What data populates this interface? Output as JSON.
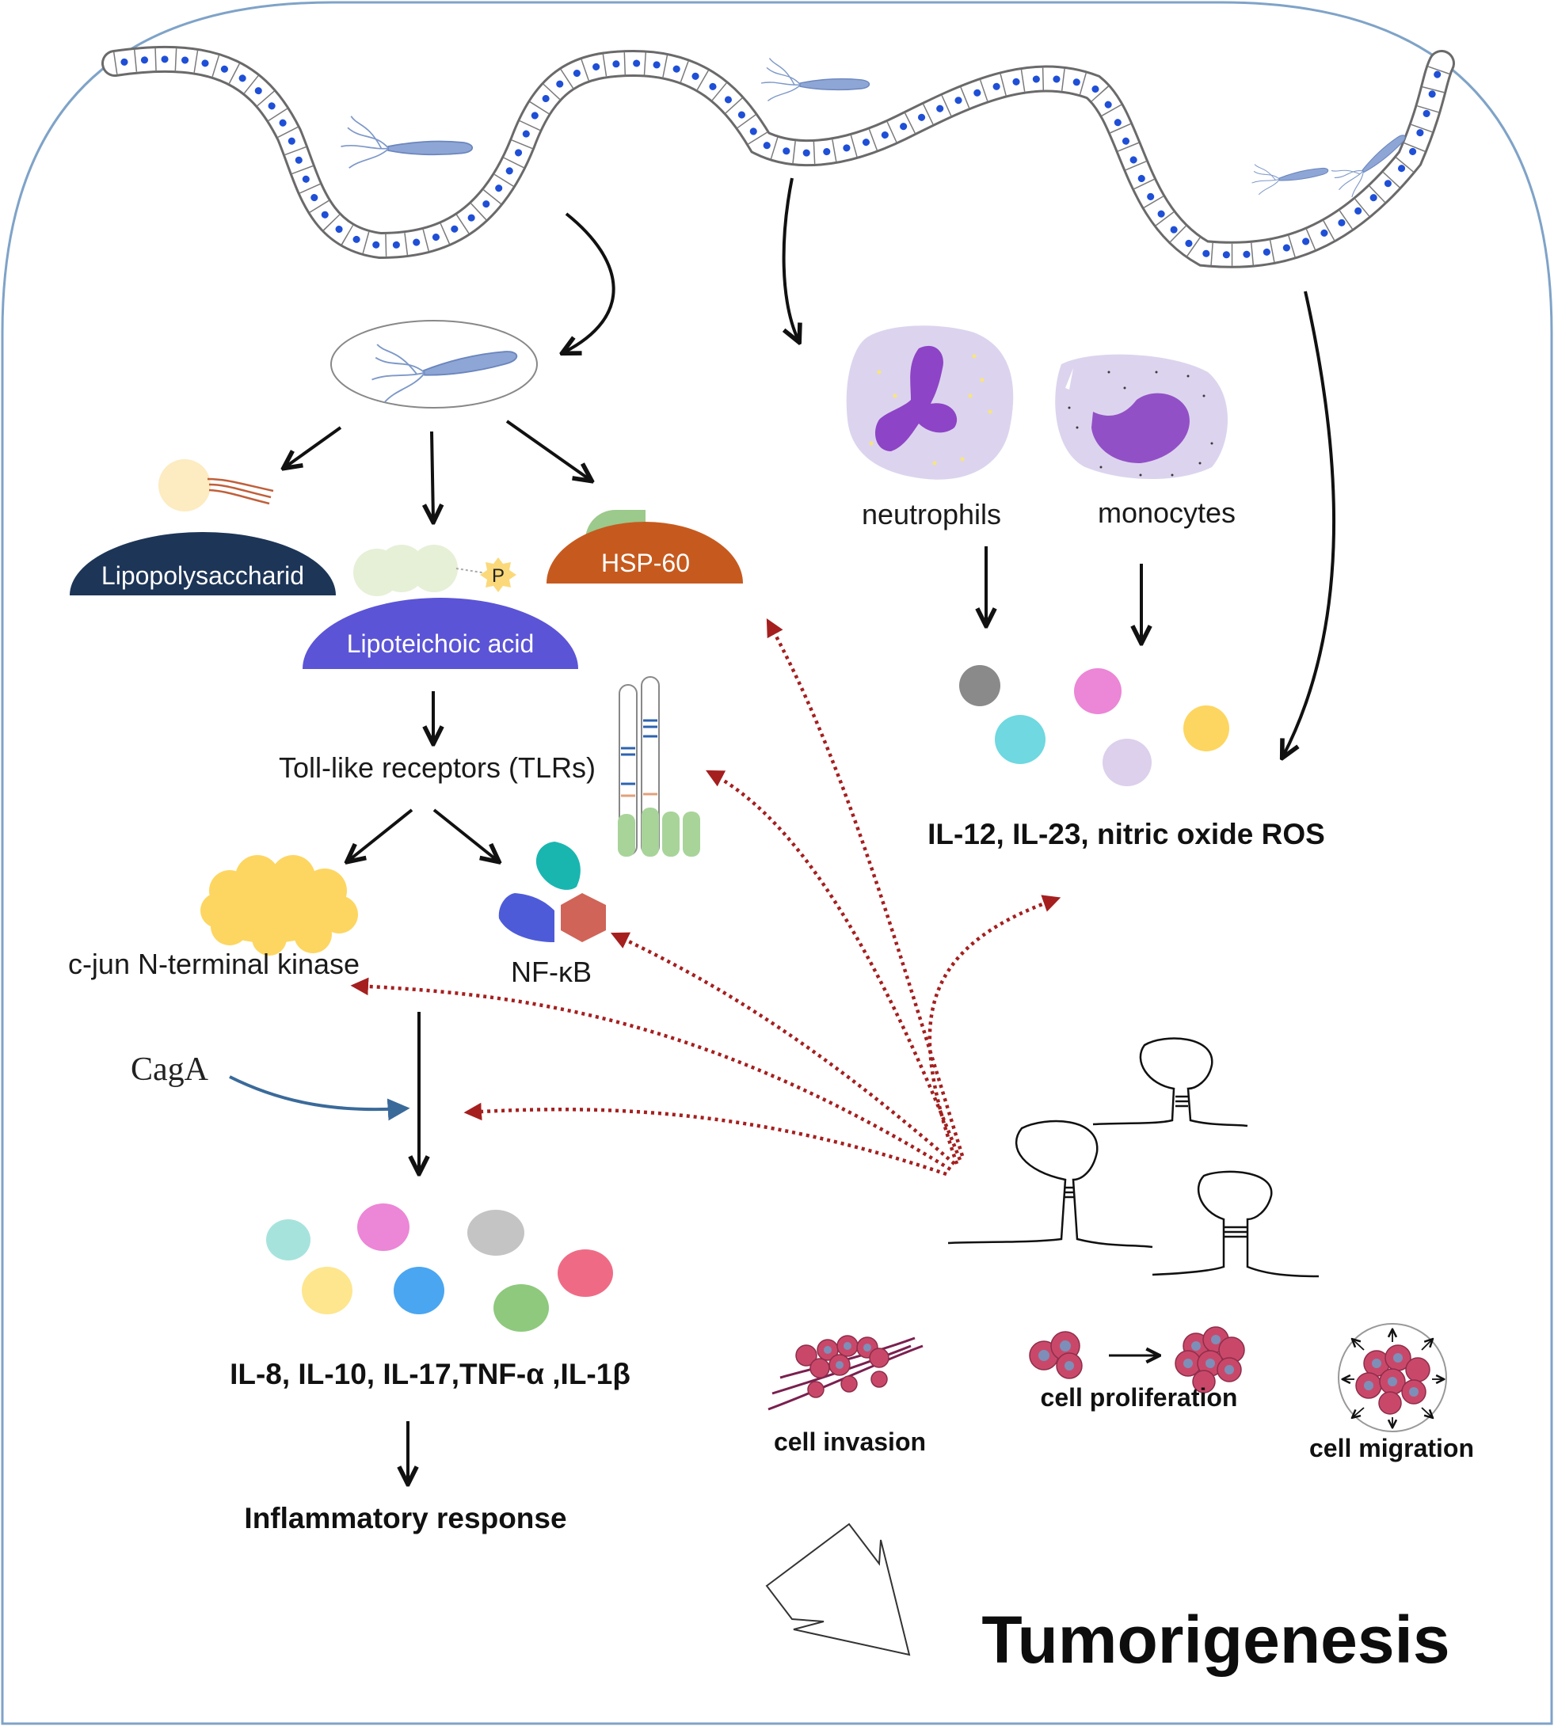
{
  "labels": {
    "lipopolysaccharid": "Lipopolysaccharid",
    "lipoteichoic_acid": "Lipoteichoic acid",
    "hsp60": "HSP-60",
    "phosphate": "P",
    "tlrs": "Toll-like receptors (TLRs)",
    "jnk": "c-jun N-terminal kinase",
    "nfkb": "NF-κB",
    "caga": "CagA",
    "neutrophils": "neutrophils",
    "monocytes": "monocytes",
    "il_group_1": "IL-12, IL-23, nitric oxide  ROS",
    "il_group_2": "IL-8, IL-10, IL-17,TNF-α ,IL-1β",
    "inflammatory": "Inflammatory response",
    "cell_invasion": "cell invasion",
    "cell_proliferation": "cell proliferation",
    "cell_migration": "cell migration",
    "tumorigenesis": "Tumorigenesis"
  },
  "colors": {
    "lps_pill": "#1d3557",
    "lta_pill": "#5b54d6",
    "hsp_pill": "#c65a1e",
    "dotted_arrows": "#a51f1f",
    "epithelium_nucleus": "#1f4fd6",
    "bacteria": "#8ea6d6",
    "cell_blob": "#c9486a"
  }
}
